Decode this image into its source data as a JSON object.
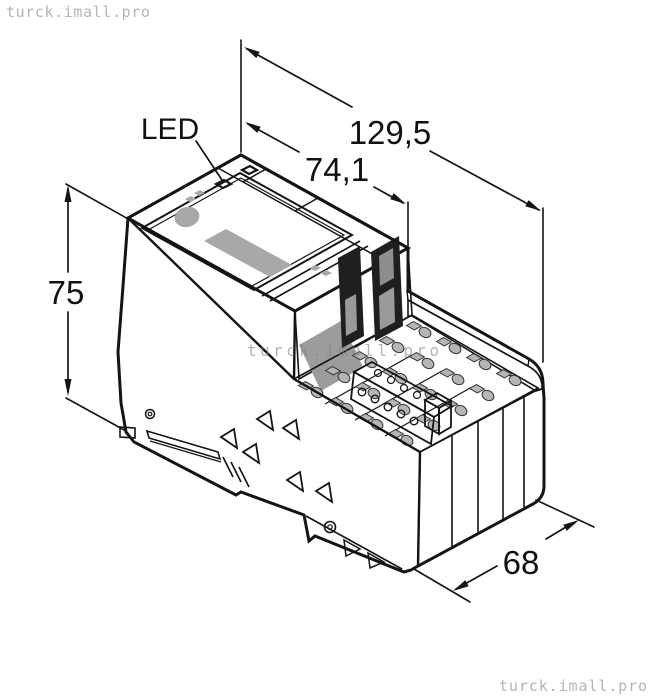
{
  "watermarks": {
    "top_left": "turck.imall.pro",
    "center": "turck.imall.pro",
    "bottom_right": "turck.imall.pro",
    "color": "#b4b4b4"
  },
  "callout": {
    "led": "LED"
  },
  "dimensions": {
    "overall_width": "129,5",
    "gateway_width": "74,1",
    "height": "75",
    "depth": "68"
  },
  "style": {
    "line_color": "#141414",
    "front_fill": "#ededed",
    "top_fill": "#fafafa",
    "shade_fill": "#b3b3b3"
  }
}
